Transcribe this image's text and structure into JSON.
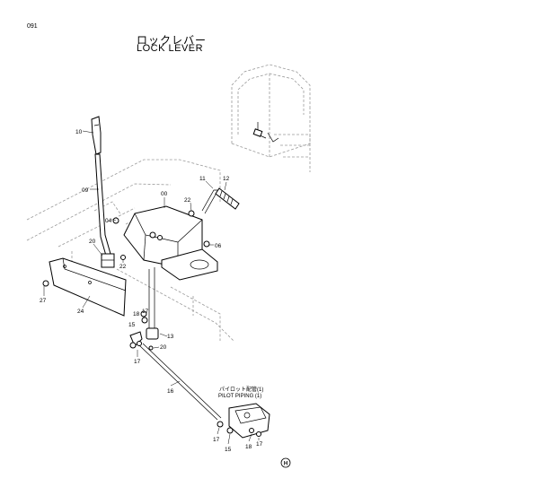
{
  "page_number": "091",
  "title_jp": "ロックレバー",
  "title_en": "LOCK LEVER",
  "pilot_note_jp": "パイロット配管(1)",
  "pilot_note_en": "PILOT PIPING (1)",
  "callouts": {
    "c10": "10",
    "c09": "09",
    "c00": "00",
    "c11": "11",
    "c12": "12",
    "c22a": "22",
    "c04": "04",
    "c06": "06",
    "c20a": "20",
    "c22b": "22",
    "c27": "27",
    "c24": "24",
    "c18a": "18",
    "c17a": "17",
    "c15a": "15",
    "c13": "13",
    "c20b": "20",
    "c17b": "17",
    "c16": "16",
    "c17c": "17",
    "c15b": "15",
    "c18b": "18",
    "c17d": "17"
  },
  "logo_text": "H"
}
